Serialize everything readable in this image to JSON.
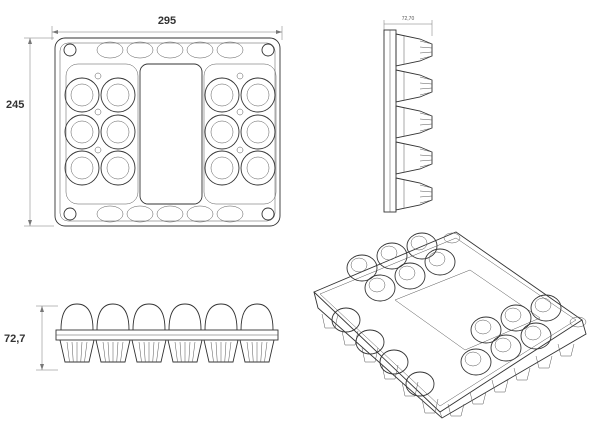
{
  "dimensions": {
    "width": "295",
    "length": "245",
    "height": "72,7",
    "side_label": "72,70"
  },
  "views": [
    "top-view",
    "side-view",
    "front-view",
    "isometric-view"
  ]
}
